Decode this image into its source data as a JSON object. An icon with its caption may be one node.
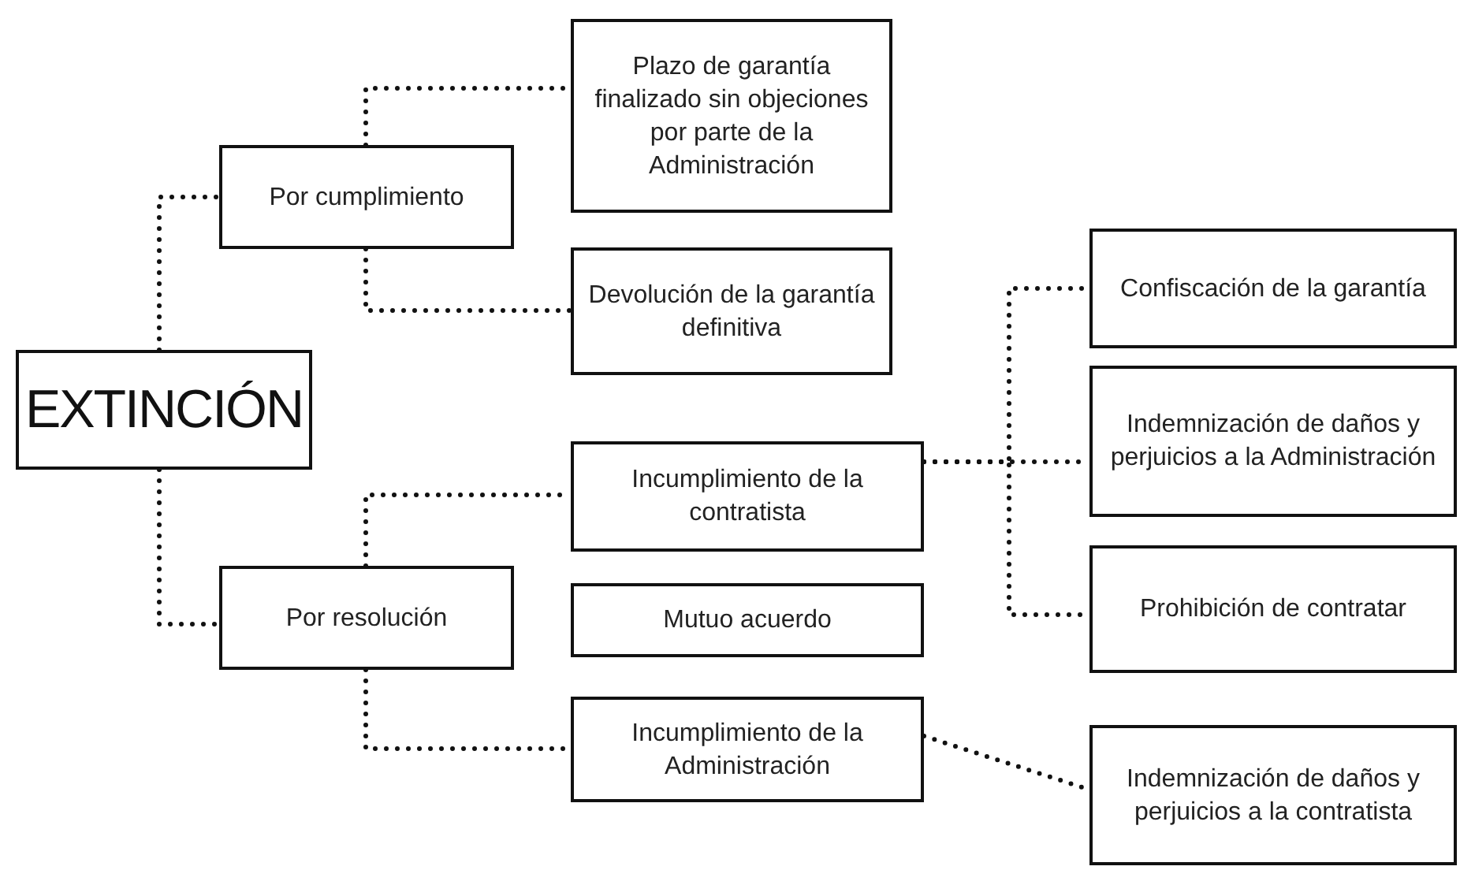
{
  "diagram": {
    "nodes": [
      {
        "text": [
          "EXTINCIÓN"
        ]
      },
      {
        "text": [
          "Por cumplimiento"
        ]
      },
      {
        "text": [
          "Plazo de garantía finalizado sin objeciones por parte de la Administración"
        ]
      },
      {
        "text": [
          "Devolución de la garantía definitiva"
        ]
      },
      {
        "text": [
          "Por resolución"
        ]
      },
      {
        "text": [
          "Incumplimiento de la contratista"
        ]
      },
      {
        "text": [
          "Mutuo acuerdo"
        ]
      },
      {
        "text": [
          "Incumplimiento de la Administración"
        ]
      },
      {
        "text": [
          "Confiscación de la garantía"
        ]
      },
      {
        "text": [
          "Indemnización de daños y perjuicios a la Administración"
        ]
      },
      {
        "text": [
          "Prohibición de contratar"
        ]
      },
      {
        "text": [
          "Indemnización de daños y perjuicios a la contratista"
        ]
      }
    ],
    "edges": [
      {
        "from": 0,
        "to": 1,
        "arrow": "none"
      },
      {
        "from": 1,
        "to": 2,
        "arrow": "none"
      },
      {
        "from": 1,
        "to": 3,
        "arrow": "none"
      },
      {
        "from": 0,
        "to": 4,
        "arrow": "none"
      },
      {
        "from": 4,
        "to": 5,
        "arrow": "none"
      },
      {
        "from": 4,
        "to": 7,
        "arrow": "none"
      },
      {
        "from": 5,
        "to": 8,
        "arrow": "none"
      },
      {
        "from": 5,
        "to": 9,
        "arrow": "none"
      },
      {
        "from": 5,
        "to": 10,
        "arrow": "none"
      },
      {
        "from": 7,
        "to": 11,
        "arrow": "none"
      }
    ]
  }
}
